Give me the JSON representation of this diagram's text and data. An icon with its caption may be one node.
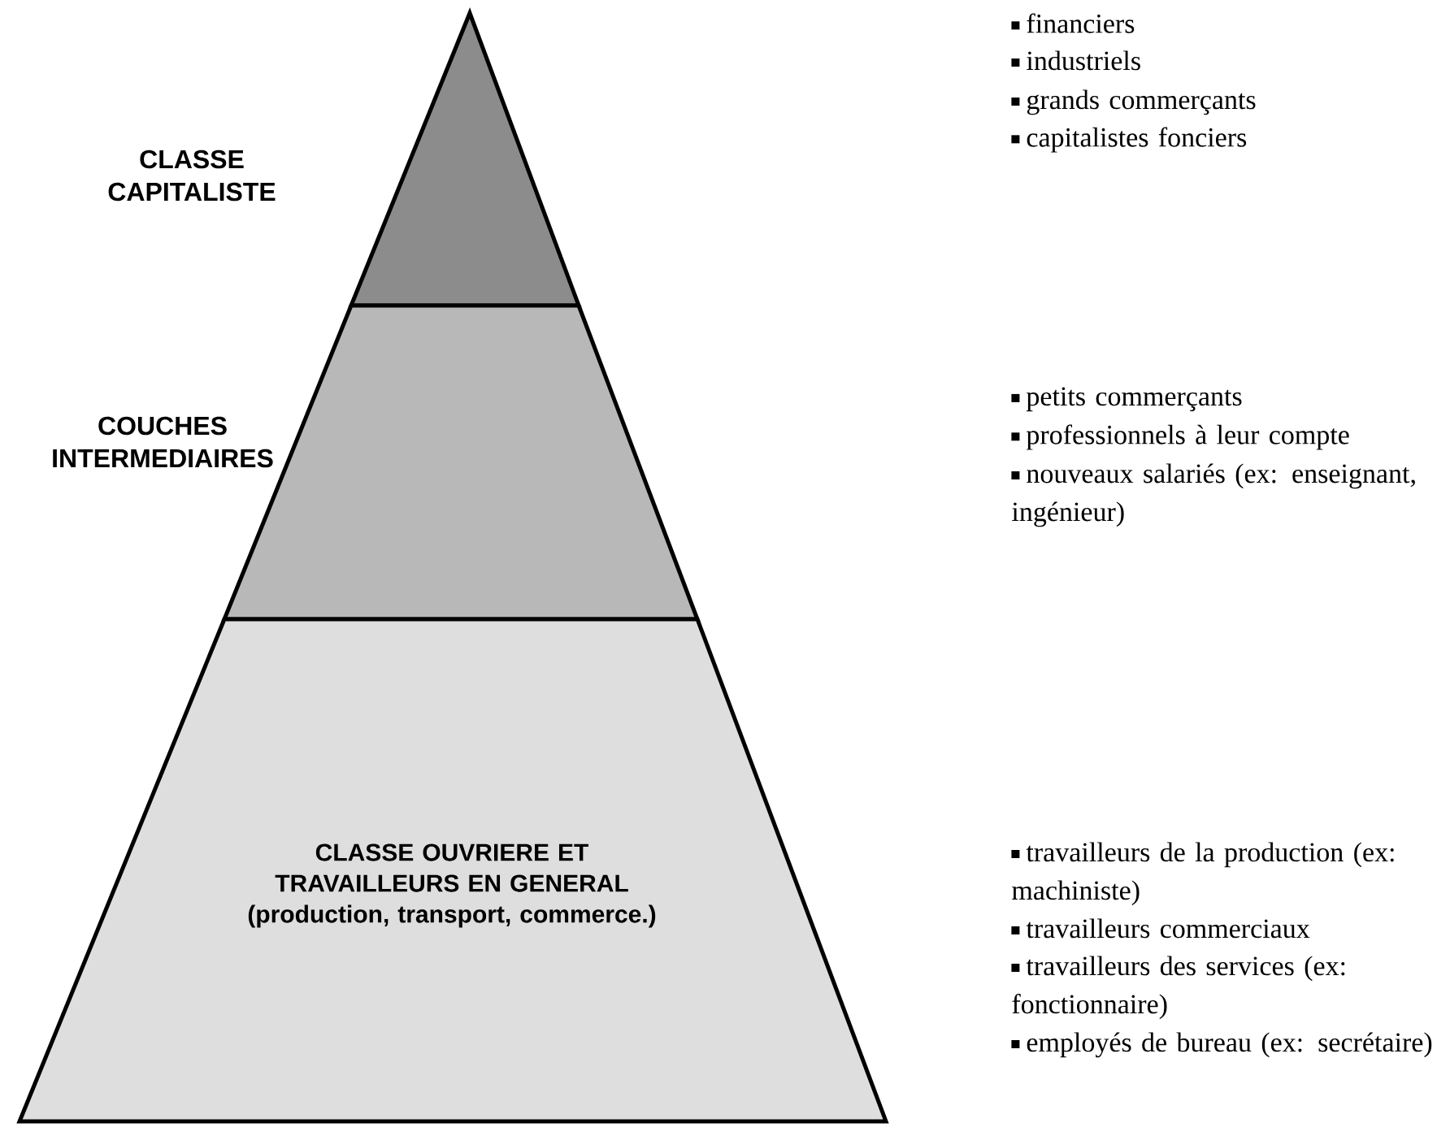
{
  "diagram": {
    "nodes": [
      {
        "text": [
          "CLASSE CAPITALISTE"
        ],
        "beside": [
          "financiers",
          "industriels",
          "grands commerçants",
          "capitalistes fonciers"
        ]
      },
      {
        "text": [
          "COUCHES INTERMEDIAIRES"
        ],
        "beside": [
          "petits commerçants",
          "professionnels à leur compte",
          "nouveaux salariés (ex: enseignant, ingénieur)"
        ]
      },
      {
        "text": [
          "CLASSE OUVRIERE ET TRAVAILLEURS EN GENERAL",
          "(production, transport, commerce.)"
        ],
        "beside": [
          "travailleurs de la production (ex: machiniste)",
          "travailleurs commerciaux",
          "travailleurs des services (ex: fonctionnaire)",
          "employés de bureau (ex: secrétaire)"
        ]
      }
    ]
  }
}
